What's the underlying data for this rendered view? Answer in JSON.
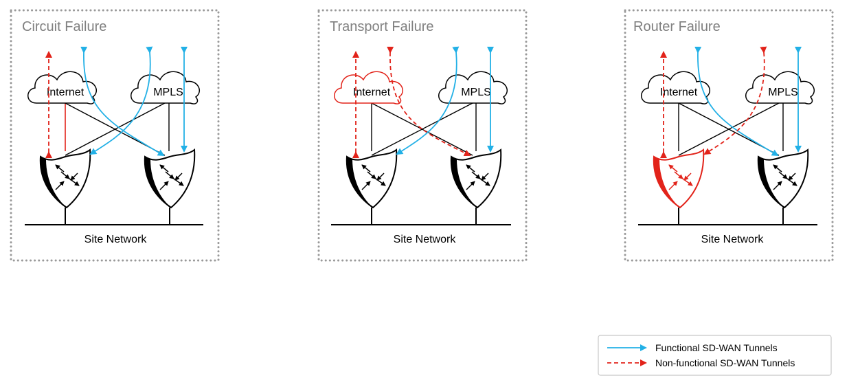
{
  "colors": {
    "functional": "#22b0e6",
    "failure": "#e2231a",
    "frame": "#999999",
    "title": "#808080",
    "ink": "#000000"
  },
  "panels": [
    {
      "id": "circuit",
      "title": "Circuit Failure",
      "clouds": [
        {
          "label": "Internet",
          "failed": false
        },
        {
          "label": "MPLS",
          "failed": false
        }
      ],
      "routers": [
        {
          "failed": false
        },
        {
          "failed": false
        }
      ],
      "site_label": "Site Network"
    },
    {
      "id": "transport",
      "title": "Transport Failure",
      "clouds": [
        {
          "label": "Internet",
          "failed": true
        },
        {
          "label": "MPLS",
          "failed": false
        }
      ],
      "routers": [
        {
          "failed": false
        },
        {
          "failed": false
        }
      ],
      "site_label": "Site Network"
    },
    {
      "id": "router",
      "title": "Router Failure",
      "clouds": [
        {
          "label": "Internet",
          "failed": false
        },
        {
          "label": "MPLS",
          "failed": false
        }
      ],
      "routers": [
        {
          "failed": true
        },
        {
          "failed": false
        }
      ],
      "site_label": "Site Network"
    }
  ],
  "legend": {
    "functional": {
      "label": "Functional SD-WAN Tunnels",
      "icon": "solid-arrow-icon"
    },
    "nonfunctional": {
      "label": "Non-functional SD-WAN Tunnels",
      "icon": "dashed-arrow-icon"
    }
  }
}
